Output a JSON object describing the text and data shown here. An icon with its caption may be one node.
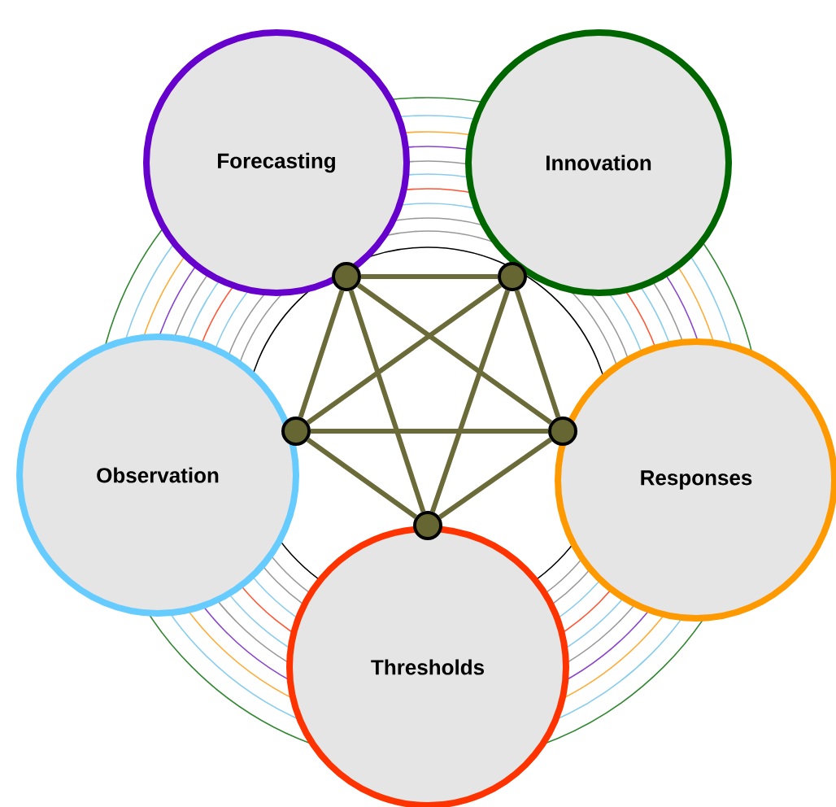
{
  "diagram": {
    "nodes": [
      {
        "text": [
          "Forecasting"
        ]
      },
      {
        "text": [
          "Innovation"
        ]
      },
      {
        "text": [
          "Observation"
        ]
      },
      {
        "text": [
          "Responses"
        ]
      },
      {
        "text": [
          "Thresholds"
        ]
      },
      {
        "text": [],
        "shape": "circle"
      },
      {
        "text": [],
        "shape": "circle"
      },
      {
        "text": [],
        "shape": "circle"
      },
      {
        "text": [],
        "shape": "circle"
      },
      {
        "text": [],
        "shape": "circle"
      }
    ],
    "edges": [
      {
        "from": 5,
        "to": 6,
        "arrow": "none"
      },
      {
        "from": 5,
        "to": 7,
        "arrow": "none"
      },
      {
        "from": 5,
        "to": 8,
        "arrow": "none"
      },
      {
        "from": 5,
        "to": 9,
        "arrow": "none"
      },
      {
        "from": 6,
        "to": 7,
        "arrow": "none"
      },
      {
        "from": 6,
        "to": 8,
        "arrow": "none"
      },
      {
        "from": 6,
        "to": 9,
        "arrow": "none"
      },
      {
        "from": 7,
        "to": 8,
        "arrow": "none"
      },
      {
        "from": 7,
        "to": 9,
        "arrow": "none"
      },
      {
        "from": 8,
        "to": 9,
        "arrow": "none"
      }
    ]
  }
}
